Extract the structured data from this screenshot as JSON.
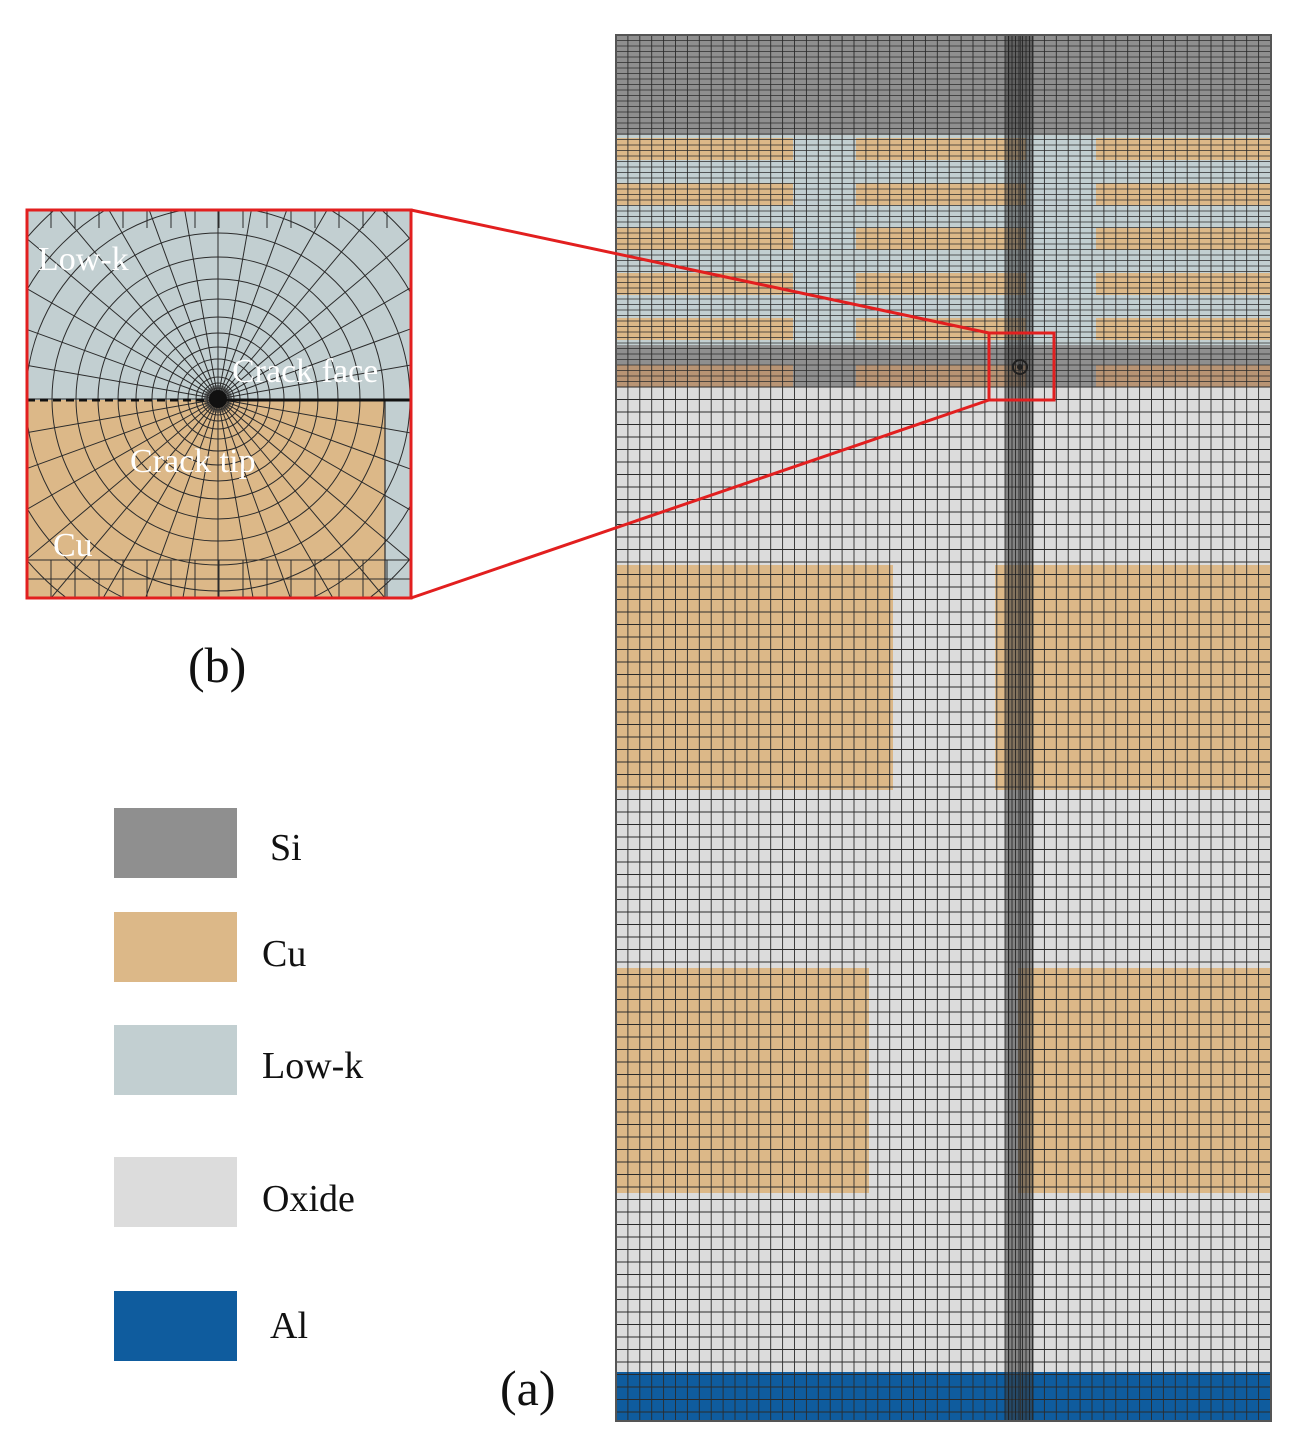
{
  "figure": {
    "panel_a_label": "(a)",
    "panel_b_label": "(b)"
  },
  "colors": {
    "si": "#8f8f8f",
    "cu": "#dcb888",
    "low_k": "#c2cfd1",
    "oxide": "#dcdcdc",
    "al": "#0f5c9e",
    "callout": "#e21f1f",
    "mesh_line": "#2b2b2b"
  },
  "legend": [
    {
      "material": "Si",
      "color": "#8f8f8f"
    },
    {
      "material": "Cu",
      "color": "#dcb888"
    },
    {
      "material": "Low-k",
      "color": "#c2cfd1"
    },
    {
      "material": "Oxide",
      "color": "#dcdcdc"
    },
    {
      "material": "Al",
      "color": "#0f5c9e"
    }
  ],
  "inset": {
    "low_k_label": "Low-k",
    "crack_face_label": "Crack face",
    "crack_tip_label": "Crack tip",
    "cu_label": "Cu"
  }
}
